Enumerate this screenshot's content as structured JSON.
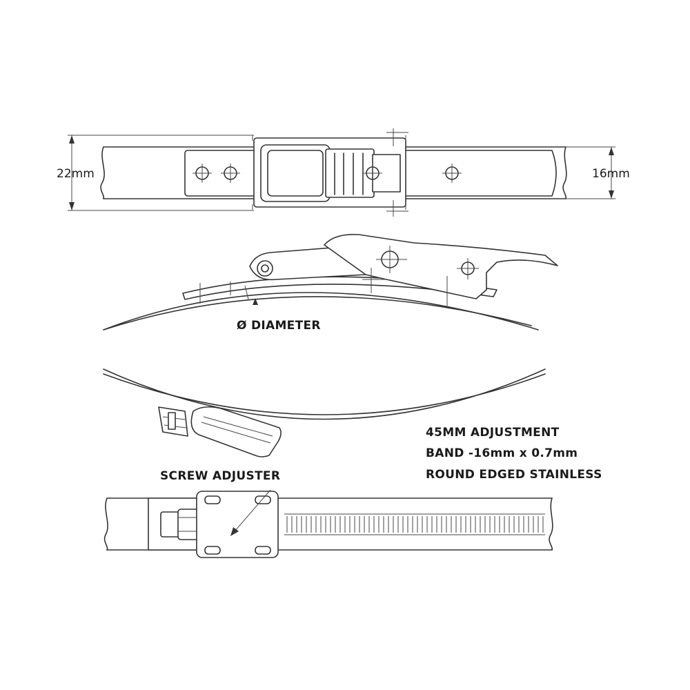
{
  "labels": {
    "width_22": "22mm",
    "width_16": "16mm",
    "diameter": "Ø DIAMETER",
    "screw_adjuster": "SCREW ADJUSTER",
    "spec_line1": "45MM ADJUSTMENT",
    "spec_line2": "BAND -16mm x 0.7mm",
    "spec_line3": "ROUND EDGED STAINLESS"
  },
  "colors": {
    "line": "#333333",
    "text": "#1a1a1a",
    "background": "#ffffff"
  }
}
